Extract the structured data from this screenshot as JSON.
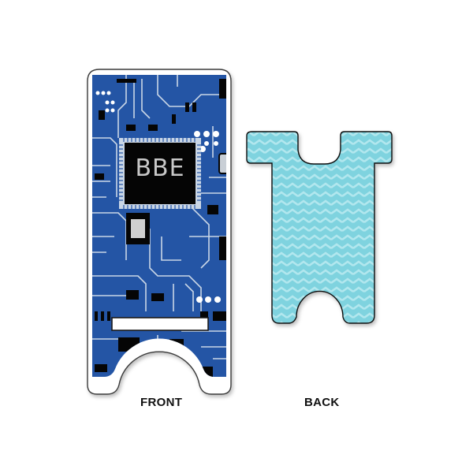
{
  "product": {
    "front": {
      "label": "FRONT",
      "monogram": "BBE",
      "pattern": "circuit-board",
      "colors": {
        "board": "#2455a5",
        "trace": "#c9d6e6",
        "chip": "#050505",
        "frame": "#ffffff",
        "outline": "#3a3a3a",
        "monogram_text": "#c8c8c8"
      }
    },
    "back": {
      "label": "BACK",
      "pattern": "chevron",
      "colors": {
        "base": "#7fd3df",
        "stripe": "#b2e7ee",
        "edge": "#111111"
      }
    }
  }
}
